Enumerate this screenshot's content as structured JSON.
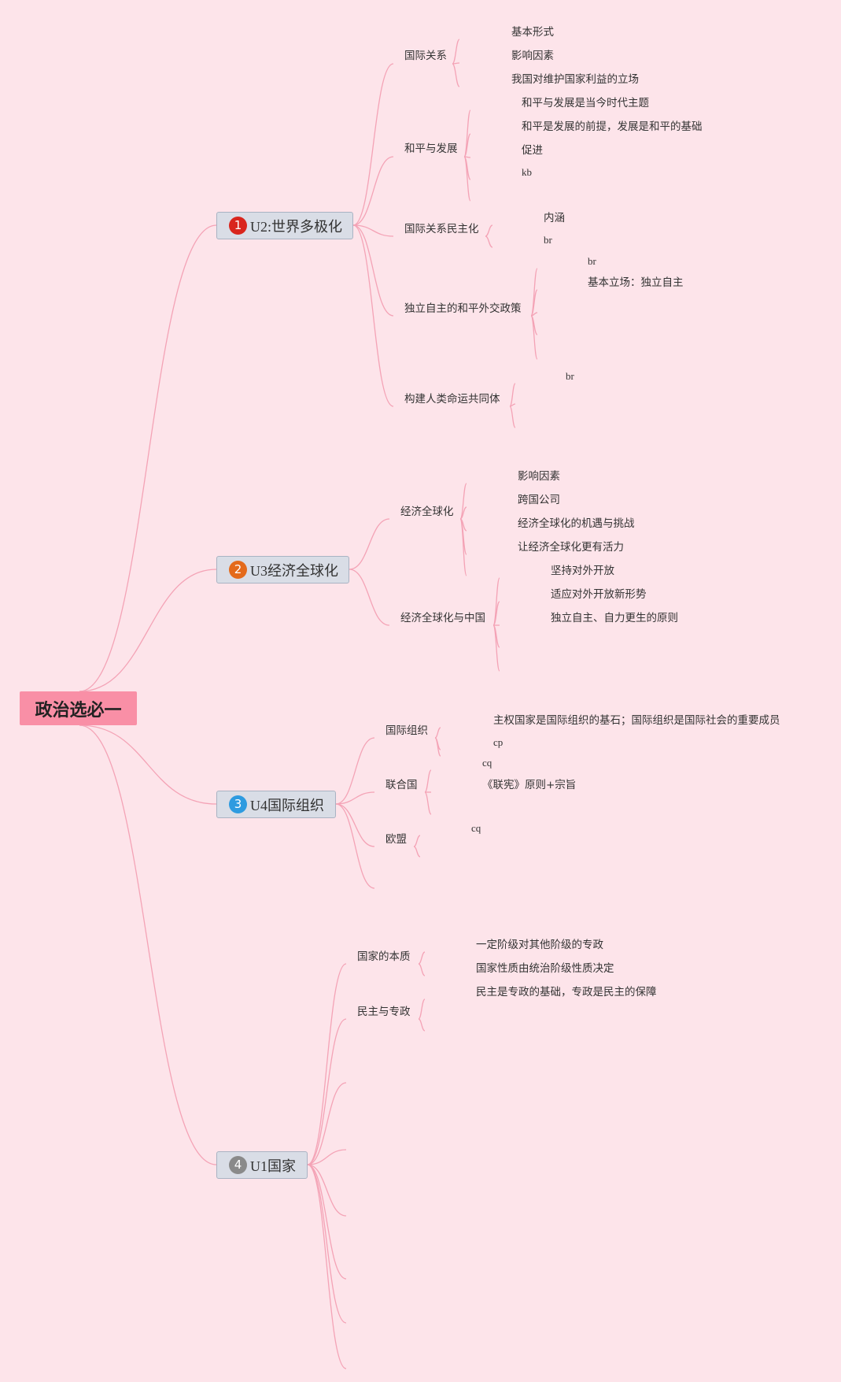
{
  "root": {
    "label": "政治选必一"
  },
  "units": [
    {
      "number": "1",
      "label": "U2:世界多极化",
      "badge_color": "#d9251d",
      "topics": [
        {
          "label": "国际关系",
          "items": [
            "基本形式",
            "影响因素",
            "我国对维护国家利益的立场"
          ]
        },
        {
          "label": "和平与发展",
          "items": [
            "和平与发展是当今时代主题",
            "和平是发展的前提，发展是和平的基础",
            "促进",
            "kb"
          ]
        },
        {
          "label": "国际关系民主化",
          "items": [
            "内涵",
            "br"
          ]
        },
        {
          "label": "独立自主的和平外交政策",
          "items": [
            "br",
            "基本立场：独立自主"
          ]
        },
        {
          "label": "构建人类命运共同体",
          "items": [
            "br"
          ]
        }
      ]
    },
    {
      "number": "2",
      "label": "U3经济全球化",
      "badge_color": "#e46a1b",
      "topics": [
        {
          "label": "经济全球化",
          "items": [
            "影响因素",
            "跨国公司",
            "经济全球化的机遇与挑战",
            "让经济全球化更有活力"
          ]
        },
        {
          "label": "经济全球化与中国",
          "items": [
            "坚持对外开放",
            "适应对外开放新形势",
            "独立自主、自力更生的原则"
          ]
        }
      ]
    },
    {
      "number": "3",
      "label": "U4国际组织",
      "badge_color": "#2e9be0",
      "topics": [
        {
          "label": "国际组织",
          "items": [
            "主权国家是国际组织的基石；国际组织是国际社会的重要成员",
            "cp"
          ]
        },
        {
          "label": "联合国",
          "items": [
            "cq",
            "《联宪》原则+宗旨"
          ]
        },
        {
          "label": "欧盟",
          "items": [
            "cq"
          ]
        }
      ]
    },
    {
      "number": "4",
      "label": "U1国家",
      "badge_color": "#8a8a8a",
      "topics": [
        {
          "label": "国家的本质",
          "items": [
            "一定阶级对其他阶级的专政",
            "国家性质由统治阶级性质决定"
          ]
        },
        {
          "label": "民主与专政",
          "items": [
            "民主是专政的基础，专政是民主的保障"
          ]
        }
      ]
    }
  ],
  "colors": {
    "background": "#fde4ea",
    "line": "#f4a3b6",
    "root_fill": "#f98fa6",
    "unit_fill": "#d9dde6"
  }
}
